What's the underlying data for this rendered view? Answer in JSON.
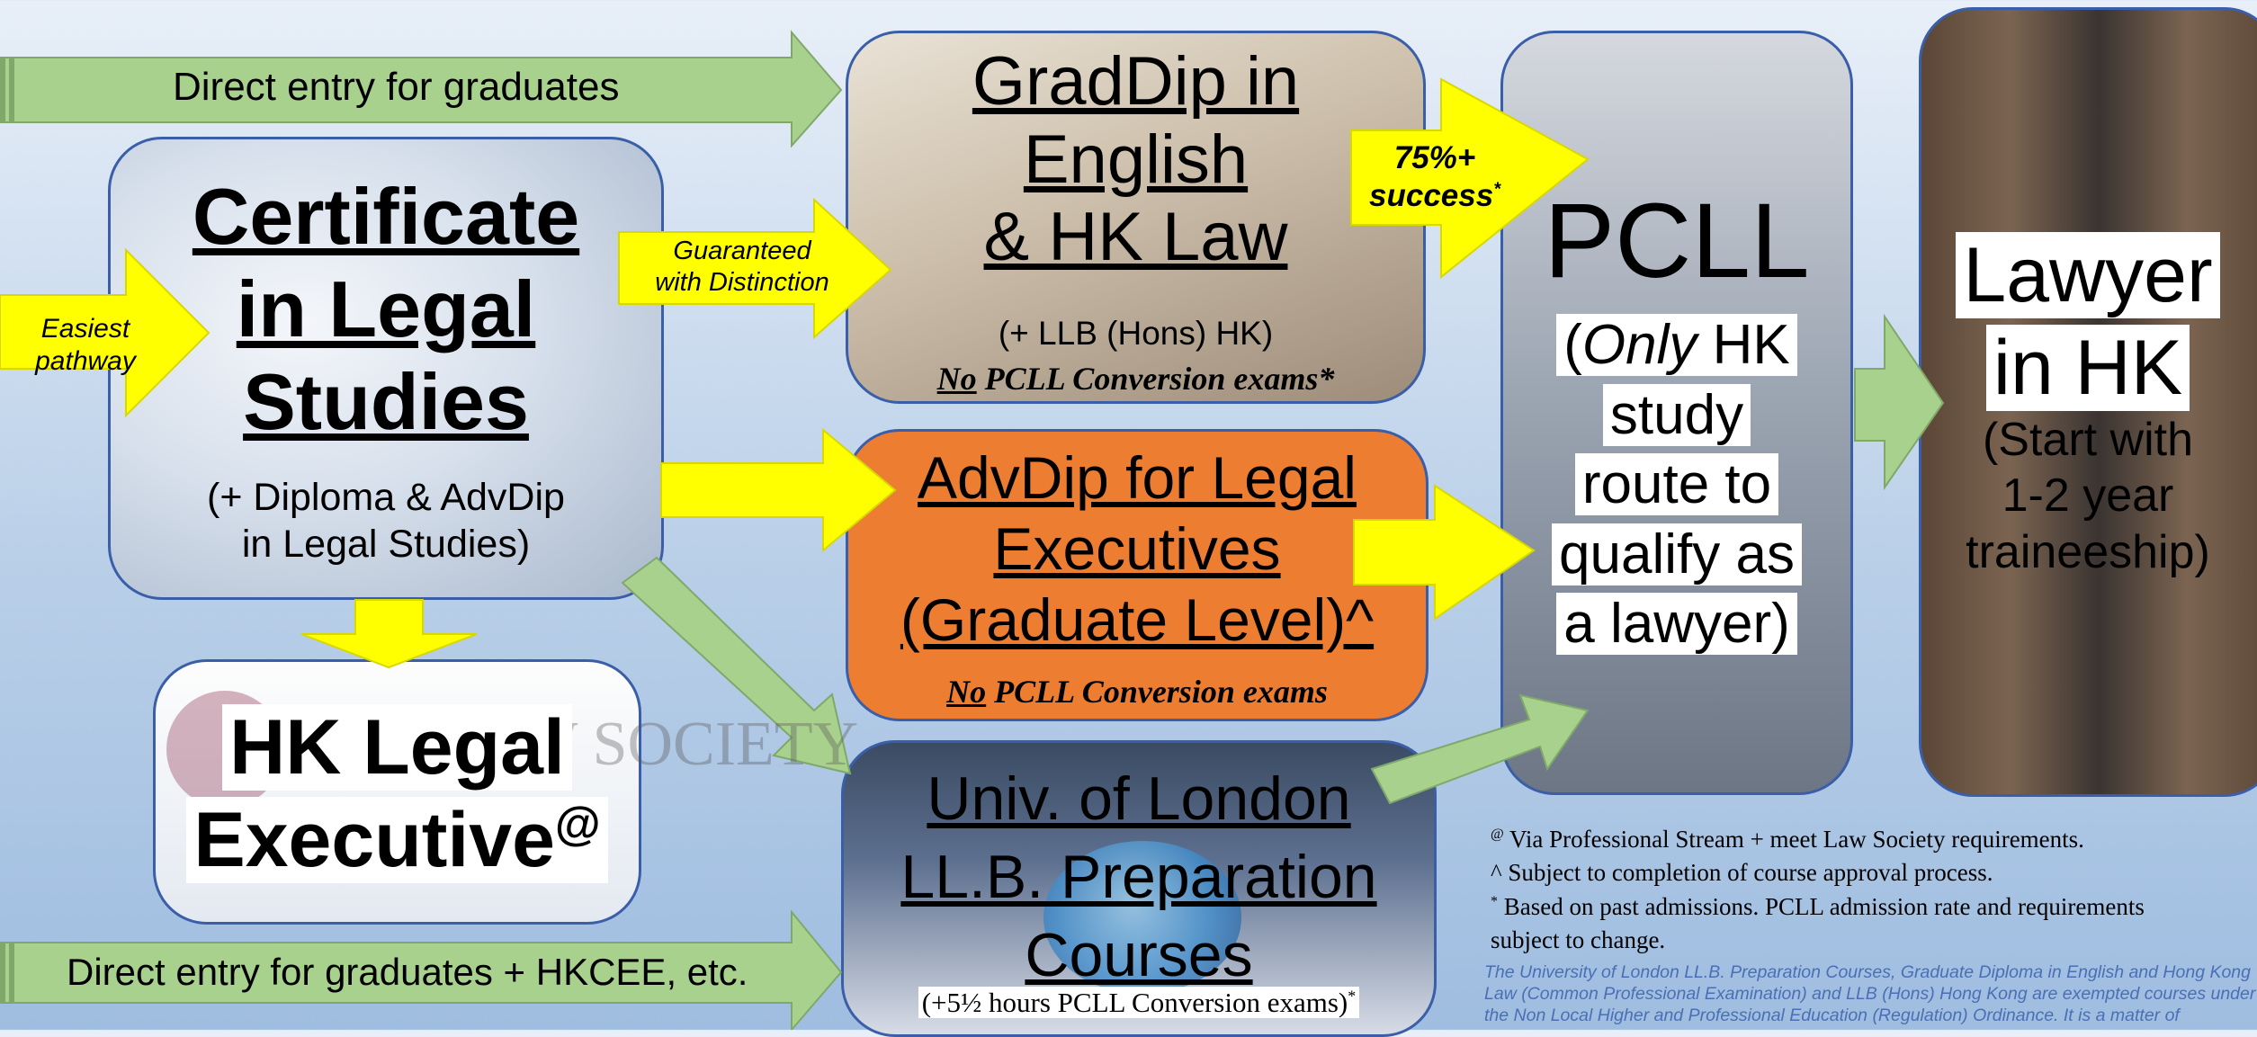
{
  "arrows": {
    "direct_graduates": "Direct entry for graduates",
    "direct_graduates_hkcee": "Direct entry for graduates + HKCEE, etc.",
    "easiest_line1": "Easiest",
    "easiest_line2": "pathway",
    "guaranteed_line1": "Guaranteed",
    "guaranteed_line2": "with Distinction",
    "success_line1": "75%+",
    "success_line2": "success",
    "success_mark": "*"
  },
  "certificate": {
    "title_line1": "Certificate",
    "title_line2": "in Legal",
    "title_line3": "Studies",
    "sub_line1": "(+ Diploma & AdvDip",
    "sub_line2": "in Legal Studies)"
  },
  "graddip": {
    "title_line1": "GradDip in",
    "title_line2": "English",
    "title_line3": "& HK Law",
    "sub": "(+ LLB (Hons) HK)",
    "note_no": "No",
    "note_rest": " PCLL Conversion exams",
    "note_mark": "*"
  },
  "advdip": {
    "title_line1": "AdvDip for Legal",
    "title_line2": "Executives",
    "title_line3": "(Graduate Level)^",
    "note_no": "No",
    "note_rest": " PCLL Conversion exams"
  },
  "london": {
    "title_line1": "Univ. of London",
    "title_line2": "LL.B. Preparation",
    "title_line3": "Courses",
    "note": "(+5½ hours PCLL Conversion exams)",
    "note_mark": "*"
  },
  "hk_legal_exec": {
    "line1": "HK Legal",
    "line2": "Executive",
    "mark": "@",
    "logo_text": "THE LAW SOCIETY"
  },
  "pcll": {
    "title": "PCLL",
    "sub_only": "Only",
    "sub_line1_rest": " HK",
    "sub_line2": "study",
    "sub_line3": "route to",
    "sub_line4": "qualify as",
    "sub_line5": "a lawyer)"
  },
  "lawyer": {
    "line1": "Lawyer",
    "line2": "in HK",
    "sub_line1": "(Start with",
    "sub_line2": "1-2 year",
    "sub_line3": "traineeship)"
  },
  "footnotes": {
    "at_mark": "@",
    "at_text": " Via Professional Stream + meet Law Society requirements.",
    "caret_text": "^ Subject to completion of course approval process.",
    "star_mark": "*",
    "star_text_line1": " Based on past admissions. PCLL admission rate and requirements",
    "star_text_line2": "subject to change.",
    "disclaimer_line1": "The University of London LL.B. Preparation Courses, Graduate Diploma in English and Hong Kong",
    "disclaimer_line2": "Law (Common Professional Examination) and LLB (Hons) Hong Kong are exempted courses under",
    "disclaimer_line3": "the Non Local Higher and Professional Education (Regulation) Ordinance.  It is a matter of"
  },
  "colors": {
    "green_arrow": "#a9d18e",
    "yellow_arrow": "#ffff00",
    "orange_box": "#ed7d31",
    "border_blue": "#3a5ea8",
    "disclaimer_blue": "#4a6fb5"
  }
}
